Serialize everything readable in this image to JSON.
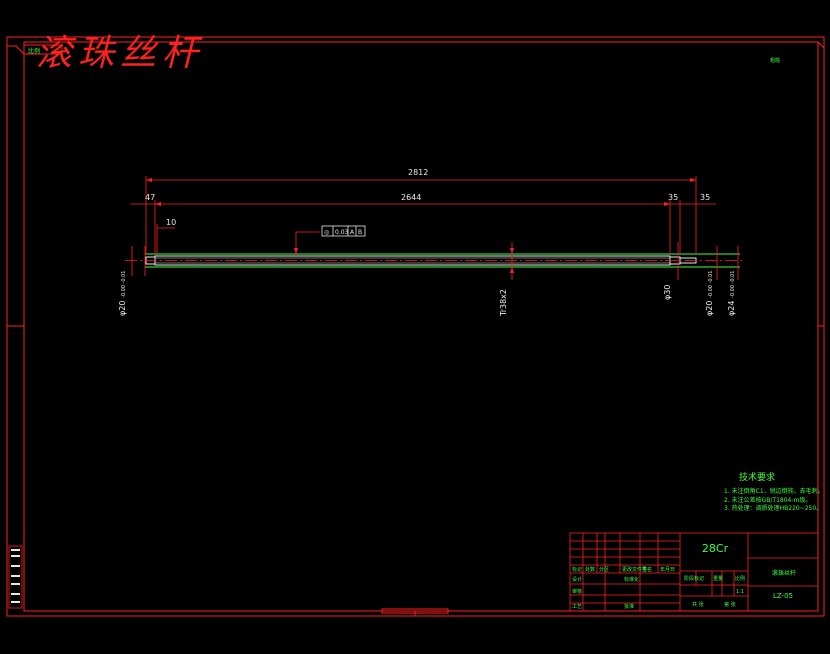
{
  "drawing": {
    "title": "滚珠丝杆",
    "top_left_box": "比例",
    "top_right_mark": "粗糙",
    "dimensions": {
      "overall": "2812",
      "left_shoulder": "47",
      "thread_length": "2644",
      "right_seg1": "35",
      "right_seg2": "35",
      "small_left": "10",
      "left_dia": "φ20",
      "left_dia_tol": "-0.00 -0.01",
      "thread": "Tr38x2",
      "dia30": "φ30",
      "right_dia20": "φ20",
      "right_dia20_tol": "-0.00 -0.01",
      "right_dia24": "φ24",
      "right_dia24_tol": "-0.00 -0.01"
    },
    "tolerance_frame": [
      "◎",
      "0.03",
      "A",
      "B"
    ],
    "technical_requirements": {
      "heading": "技术要求",
      "items": [
        "1. 未注倒角C1，锐边倒钝，去毛刺。",
        "2. 未注公差按GB/T1804-m级。",
        "3. 热处理：调质处理HB220~250。"
      ]
    },
    "title_block": {
      "material": "28Cr",
      "part_name": "滚珠丝杆",
      "drawing_no": "LZ-05",
      "row_labels": [
        "标记",
        "处数",
        "分区",
        "更改文件号",
        "签名",
        "年月日"
      ],
      "design": "设计",
      "standard": "标准化",
      "review": "审核",
      "process": "工艺",
      "approve": "批准",
      "stage_mark": "阶段标记",
      "weight": "重量",
      "scale": "比例",
      "sheets": "共 张",
      "sheet": "第 张",
      "scale_value": "1:1"
    },
    "colors": {
      "frame": "#ff2020",
      "geometry": "#3cff3c",
      "dimension": "#e8e8e8",
      "background": "#000000"
    }
  }
}
